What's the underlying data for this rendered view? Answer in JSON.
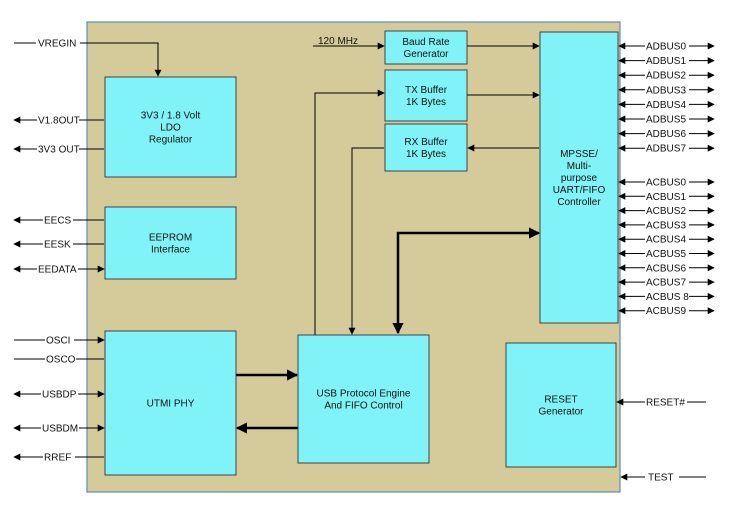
{
  "colors": {
    "chip_fill": "#d4ca9a",
    "chip_border": "#5b8fb9",
    "block_fill": "#80f3f8",
    "block_border": "#333333",
    "line": "#000000"
  },
  "left_pins": {
    "vregin": "VREGIN",
    "v18out": "V1.8OUT",
    "v3v3out": "3V3 OUT",
    "eecs": "EECS",
    "eesk": "EESK",
    "eedata": "EEDATA",
    "osci": "OSCI",
    "osco": "OSCO",
    "usbdp": "USBDP",
    "usbdm": "USBDM",
    "rref": "RREF"
  },
  "clock_label": "120 MHz",
  "blocks": {
    "ldo": [
      "3V3  / 1.8 Volt",
      "LDO",
      "Regulator"
    ],
    "eeprom": [
      "EEPROM",
      "Interface"
    ],
    "utmi": [
      "UTMI PHY"
    ],
    "usb_engine": [
      "USB Protocol Engine",
      "And FIFO Control"
    ],
    "baud": [
      "Baud Rate",
      "Generator"
    ],
    "tx": [
      "TX Buffer",
      "1K Bytes"
    ],
    "rx": [
      "RX Buffer",
      "1K Bytes"
    ],
    "mpsse": [
      "MPSSE/",
      "Multi-",
      "purpose",
      "UART/FIFO",
      "Controller"
    ],
    "reset": [
      "RESET",
      "Generator"
    ]
  },
  "adbus": [
    "ADBUS0",
    "ADBUS1",
    "ADBUS2",
    "ADBUS3",
    "ADBUS4",
    "ADBUS5",
    "ADBUS6",
    "ADBUS7"
  ],
  "acbus": [
    "ACBUS0",
    "ACBUS1",
    "ACBUS2",
    "ACBUS3",
    "ACBUS4",
    "ACBUS5",
    "ACBUS6",
    "ACBUS7",
    "ACBUS 8",
    "ACBUS9"
  ],
  "right_pins": {
    "reset": "RESET#",
    "test": "TEST"
  }
}
